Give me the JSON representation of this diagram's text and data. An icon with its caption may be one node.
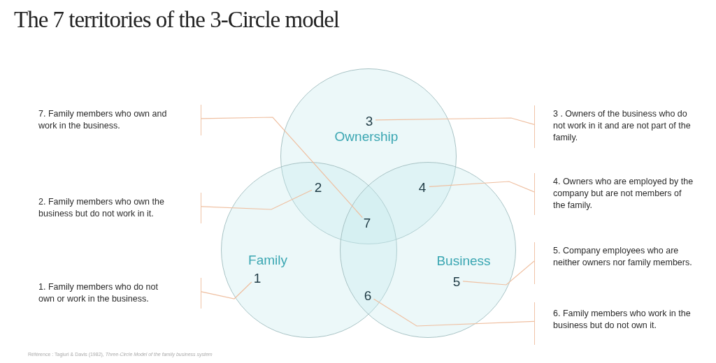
{
  "diagram": {
    "title": "The 7 territories of the 3-Circle model",
    "nodes": [
      {
        "text": [
          "Ownership"
        ]
      },
      {
        "text": [
          "3"
        ],
        "in": 0
      },
      {
        "text": [
          "Family"
        ]
      },
      {
        "text": [
          "1"
        ],
        "in": 2
      },
      {
        "text": [
          "Business"
        ]
      },
      {
        "text": [
          "5"
        ],
        "in": 4
      },
      {
        "text": [
          "2"
        ]
      },
      {
        "text": [
          "4"
        ]
      },
      {
        "text": [
          "7"
        ]
      },
      {
        "text": [
          "6"
        ]
      },
      {
        "text": [
          "7. Family members who own and work in the business."
        ]
      },
      {
        "text": [
          "3 . Owners of the business who do not work in it and are not part of the family."
        ]
      },
      {
        "text": [
          "2. Family members who own the business but do not work in it."
        ]
      },
      {
        "text": [
          "4. Owners who are employed by the company but are not members of the family."
        ]
      },
      {
        "text": [
          "1. Family members who do not own or work in the business."
        ]
      },
      {
        "text": [
          "5. Company employees who are neither owners nor family members."
        ]
      },
      {
        "text": [
          "6. Family members who work in the business but do not own it."
        ]
      }
    ],
    "edges": [
      {
        "from": 10,
        "to": 8,
        "arrow": "none"
      },
      {
        "from": 11,
        "to": 1,
        "arrow": "none"
      },
      {
        "from": 12,
        "to": 6,
        "arrow": "none"
      },
      {
        "from": 13,
        "to": 7,
        "arrow": "none"
      },
      {
        "from": 14,
        "to": 3,
        "arrow": "none"
      },
      {
        "from": 15,
        "to": 5,
        "arrow": "none"
      },
      {
        "from": 16,
        "to": 9,
        "arrow": "none"
      }
    ],
    "labels": [
      "Référence : Tagiuri & Davis (1982), *Three-Circle Model of the family business system*"
    ]
  }
}
